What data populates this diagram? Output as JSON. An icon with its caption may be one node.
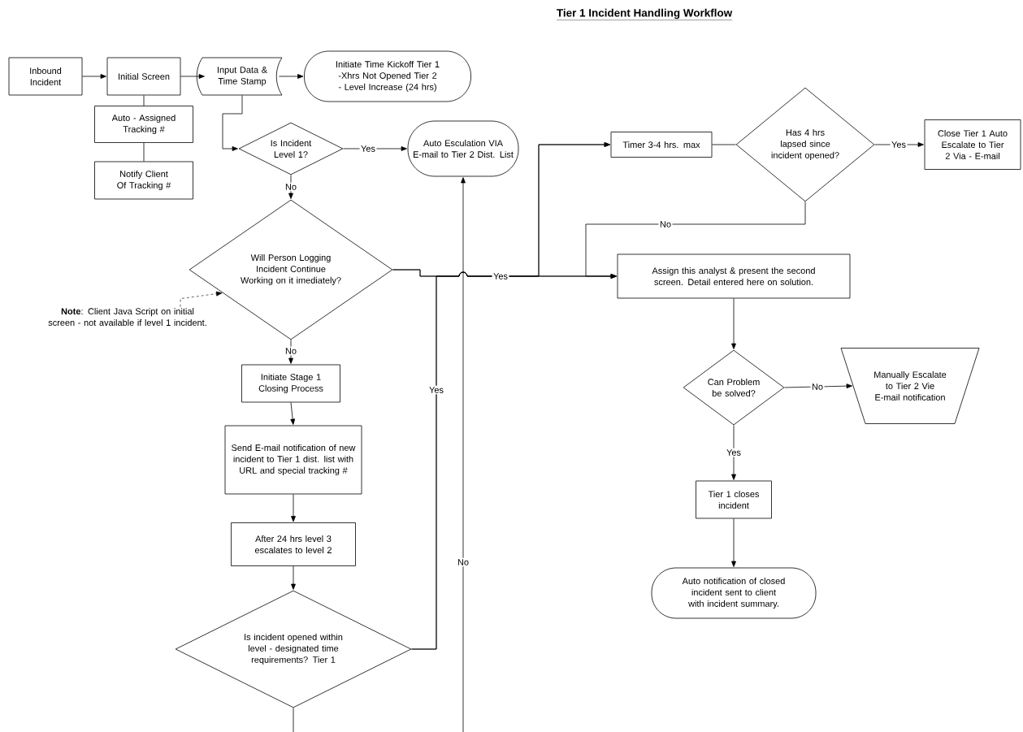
{
  "diagram": {
    "title": "Tier 1 Incident Handling Workflow",
    "nodes": [
      {
        "text": [
          "Inbound Incident"
        ]
      },
      {
        "text": [
          "Initial Screen"
        ]
      },
      {
        "text": [
          "Input Data & Time Stamp"
        ]
      },
      {
        "text": [
          "Initiate Time Kickoff Tier 1 -Xhrs Not Opened Tier 2 - Level Increase (24 hrs)"
        ]
      },
      {
        "text": [
          "Auto - Assigned Tracking #"
        ]
      },
      {
        "text": [
          "Notify Client Of Tracking #"
        ]
      },
      {
        "text": [
          "Is Incident Level 1?"
        ]
      },
      {
        "text": [
          "Auto Esculation VIA E-mail to Tier 2 Dist. List"
        ]
      },
      {
        "text": [
          "Will Person Logging Incident Continue Working on it imediately?"
        ]
      },
      {
        "text": [
          "**Note**: Client Java Script on initial screen - not available if level 1 incident."
        ]
      },
      {
        "text": [
          "Initiate Stage 1 Closing Process"
        ]
      },
      {
        "text": [
          "Send E-mail notification of new incident to Tier 1 dist. list with URL and special tracking #"
        ]
      },
      {
        "text": [
          "After 24 hrs level 3 escalates to level 2"
        ]
      },
      {
        "text": [
          "Is incident opened within level - designated time requirements? Tier 1"
        ]
      },
      {
        "text": [
          "Timer 3-4 hrs. max"
        ]
      },
      {
        "text": [
          "Has 4 hrs lapsed since incident opened?"
        ]
      },
      {
        "text": [
          "Close Tier 1 Auto Escalate to Tier 2 Via - E-mail"
        ]
      },
      {
        "text": [
          "Assign this analyst & present the second screen. Detail entered here on solution."
        ]
      },
      {
        "text": [
          "Can Problem be solved?"
        ]
      },
      {
        "text": [
          "Manually Escalate to Tier 2 Vie E-mail notification"
        ]
      },
      {
        "text": [
          "Tier 1 closes incident"
        ]
      },
      {
        "text": [
          "Auto notification of closed incident sent to client with incident summary."
        ]
      }
    ],
    "edges": [
      {
        "from": 0,
        "to": 1,
        "arrow": "to"
      },
      {
        "from": 1,
        "to": 2,
        "arrow": "to"
      },
      {
        "from": 2,
        "to": 3,
        "arrow": "to"
      },
      {
        "from": 1,
        "to": 4,
        "arrow": "none"
      },
      {
        "from": 4,
        "to": 5,
        "arrow": "none"
      },
      {
        "from": 2,
        "to": 6,
        "arrow": "to"
      },
      {
        "from": 6,
        "to": 7,
        "arrow": "to",
        "label": "Yes"
      },
      {
        "from": 6,
        "to": 8,
        "arrow": "to",
        "label": "No"
      },
      {
        "from": 8,
        "to": 17,
        "arrow": "to",
        "label": "Yes"
      },
      {
        "from": 8,
        "to": 14,
        "arrow": "to"
      },
      {
        "from": 9,
        "to": 8,
        "arrow": "to",
        "style": "dashed"
      },
      {
        "from": 8,
        "to": 10,
        "arrow": "to",
        "label": "No"
      },
      {
        "from": 10,
        "to": 11,
        "arrow": "to"
      },
      {
        "from": 11,
        "to": 12,
        "arrow": "to"
      },
      {
        "from": 12,
        "to": 13,
        "arrow": "to"
      },
      {
        "from": 13,
        "to": 17,
        "arrow": "to",
        "label": "Yes"
      },
      {
        "from": 13,
        "to": 14,
        "arrow": "to"
      },
      {
        "from": 13,
        "to": null,
        "arrow": "none"
      },
      {
        "from": null,
        "to": 7,
        "arrow": "to",
        "label": "No"
      },
      {
        "from": 14,
        "to": 15,
        "arrow": "none"
      },
      {
        "from": 15,
        "to": 16,
        "arrow": "to",
        "label": "Yes"
      },
      {
        "from": 15,
        "to": 17,
        "arrow": "to",
        "label": "No"
      },
      {
        "from": 17,
        "to": 18,
        "arrow": "to"
      },
      {
        "from": 18,
        "to": 19,
        "arrow": "to",
        "label": "No"
      },
      {
        "from": 18,
        "to": 20,
        "arrow": "to",
        "label": "Yes"
      },
      {
        "from": 20,
        "to": 21,
        "arrow": "to"
      }
    ]
  }
}
